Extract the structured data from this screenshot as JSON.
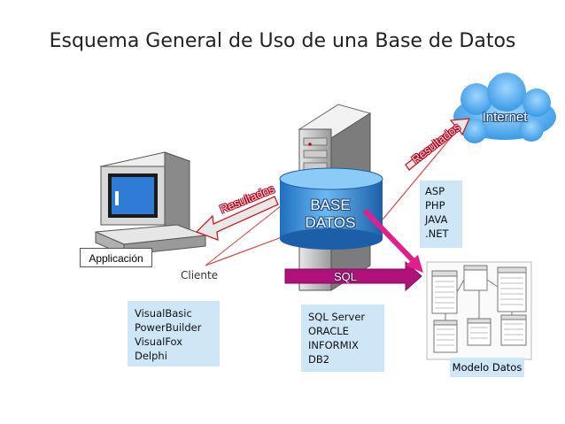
{
  "title": "Esquema General de Uso de una Base de Datos",
  "client": {
    "app_label": "Applicación",
    "client_label": "Cliente"
  },
  "database": {
    "line1": "BASE",
    "line2": "DATOS"
  },
  "internet_label": "Internet",
  "arrows": {
    "results_left": "Resultados",
    "results_up": "Resultados",
    "sql": "SQL"
  },
  "web_langs": [
    "ASP",
    "PHP",
    "JAVA",
    ".NET"
  ],
  "dev_tools": [
    "VisualBasic",
    "PowerBuilder",
    "VisualFox",
    "Delphi"
  ],
  "db_engines": [
    "SQL Server",
    "ORACLE",
    "INFORMIX",
    "DB2"
  ],
  "modelo_label": "Modelo Datos",
  "colors": {
    "list_box_bg": "#cfe6f7",
    "db_cylinder": "#2f8fd8",
    "arrow_pink": "#e0208c",
    "arrow_red": "#cc2222",
    "cloud": "#3aa3e8"
  }
}
